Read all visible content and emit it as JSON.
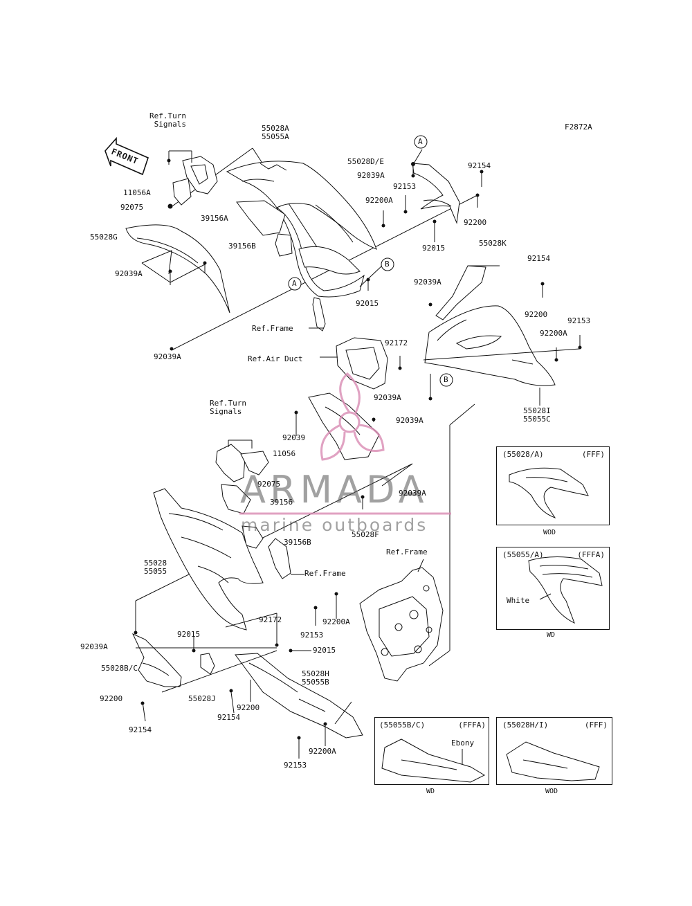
{
  "figure_code": "F2872A",
  "front_label": "FRONT",
  "callouts": {
    "a1": "A",
    "a2": "A",
    "b1": "B",
    "b2": "B"
  },
  "labels": {
    "ref_turn_signals_top": "Ref.Turn\nSignals",
    "p11056a": "11056A",
    "p92075_top": "92075",
    "p55028a": "55028A\n55055A",
    "p39156a": "39156A",
    "p39156b_top": "39156B",
    "p55028g": "55028G",
    "p92039a_left": "92039A",
    "ref_frame_top": "Ref.Frame",
    "p92039a_bottom_left": "92039A",
    "p55028de": "55028D/E",
    "p92039a_upper_mid": "92039A",
    "p92153_top": "92153",
    "p92154_top": "92154",
    "p92200a_top": "92200A",
    "p92200_top": "92200",
    "p92015_top": "92015",
    "p92015_mid": "92015",
    "p55028k": "55028K",
    "p92154_mid": "92154",
    "p92039a_right": "92039A",
    "p92200_mid": "92200",
    "p92153_mid": "92153",
    "p92200a_mid": "92200A",
    "p92172_mid": "92172",
    "ref_air_duct": "Ref.Air Duct",
    "p92039a_center": "92039A",
    "p55028i": "55028I\n55055C",
    "p92039a_center2": "92039A",
    "ref_turn_signals_mid": "Ref.Turn\nSignals",
    "p92039": "92039",
    "p11056": "11056",
    "p92075_mid": "92075",
    "p39156": "39156",
    "p92039a_center3": "92039A",
    "p55028f": "55028F",
    "p39156b_mid": "39156B",
    "p55028": "55028\n55055",
    "ref_frame_mid": "Ref.Frame",
    "ref_frame_right": "Ref.Frame",
    "p92153_lower": "92153",
    "p92200a_lower": "92200A",
    "p92172_lower": "92172",
    "p92015_lower_left": "92015",
    "p92015_lower_right": "92015",
    "p92039a_lower_left": "92039A",
    "p55028bc": "55028B/C",
    "p92200_lower_left": "92200",
    "p92154_lower_left": "92154",
    "p55028j": "55028J",
    "p92154_lower_mid": "92154",
    "p92200_lower_mid": "92200",
    "p55028h": "55028H\n55055B",
    "p92200a_bottom": "92200A",
    "p92153_bottom": "92153"
  },
  "variant_boxes": [
    {
      "code": "(55028/A)",
      "color": "(FFF)",
      "note": "",
      "caption": "WOD"
    },
    {
      "code": "(55055/A)",
      "color": "(FFFA)",
      "note": "White",
      "caption": "WD"
    },
    {
      "code": "(55055B/C)",
      "color": "(FFFA)",
      "note": "Ebony",
      "caption": "WD"
    },
    {
      "code": "(55028H/I)",
      "color": "(FFF)",
      "note": "",
      "caption": "WOD"
    }
  ],
  "watermark": {
    "title": "ARMADA",
    "subtitle": "marine outboards",
    "accent_color": "#d98bb3"
  }
}
